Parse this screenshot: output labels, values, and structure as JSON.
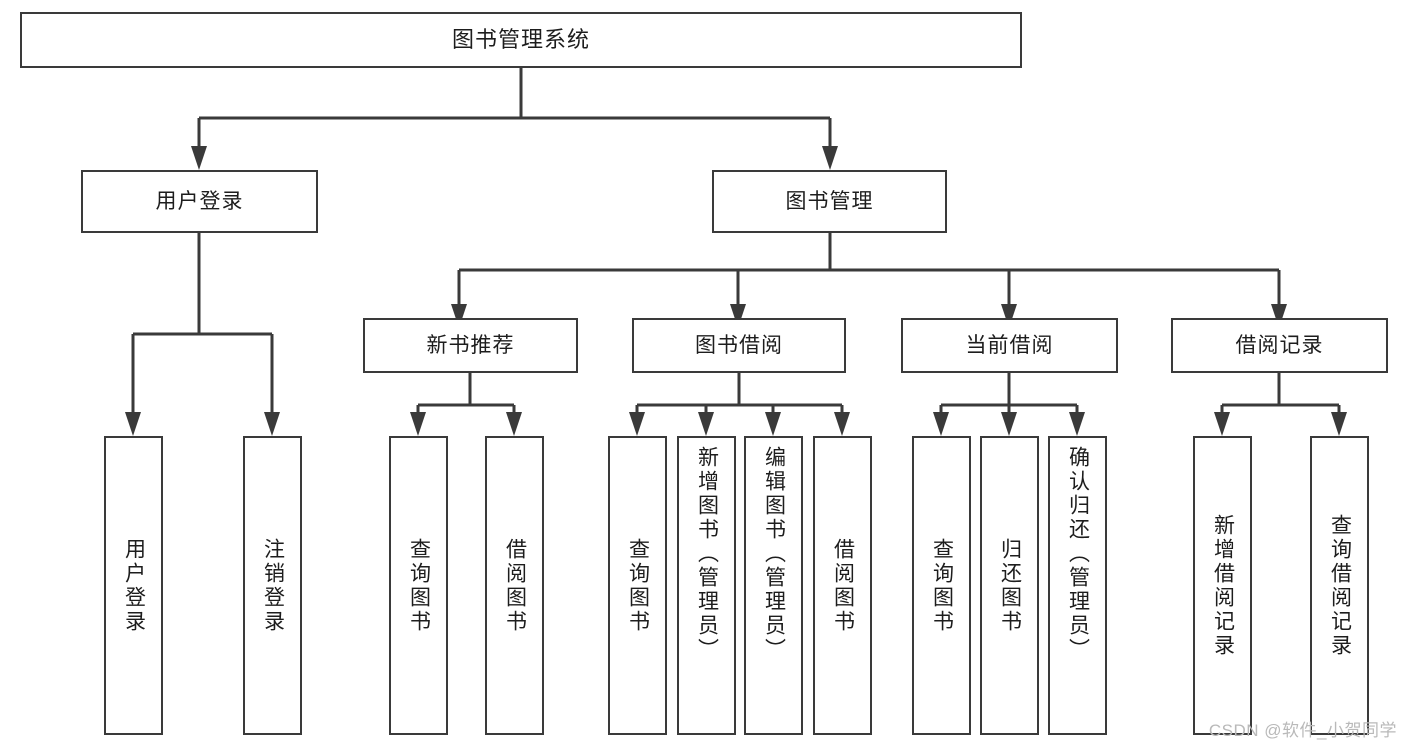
{
  "diagram": {
    "title": "图书管理系统",
    "watermark": "CSDN @软件_小贺同学",
    "colors": {
      "stroke": "#3a3a3a",
      "box_fill": "#ffffff",
      "text": "#1d1d1d",
      "watermark": "#b9b9b9",
      "background": "#ffffff"
    },
    "root": {
      "label": "图书管理系统"
    },
    "level2": [
      {
        "label": "用户登录"
      },
      {
        "label": "图书管理"
      }
    ],
    "level3": [
      {
        "label": "新书推荐"
      },
      {
        "label": "图书借阅"
      },
      {
        "label": "当前借阅"
      },
      {
        "label": "借阅记录"
      }
    ],
    "leaves": {
      "user_login": [
        {
          "label": "用户登录"
        },
        {
          "label": "注销登录"
        }
      ],
      "new_book": [
        {
          "label": "查询图书"
        },
        {
          "label": "借阅图书"
        }
      ],
      "book_borrow": [
        {
          "label": "查询图书"
        },
        {
          "label": "新增图书（管理员）"
        },
        {
          "label": "编辑图书（管理员）"
        },
        {
          "label": "借阅图书"
        }
      ],
      "current_borrow": [
        {
          "label": "查询图书"
        },
        {
          "label": "归还图书"
        },
        {
          "label": "确认归还（管理员）"
        }
      ],
      "borrow_record": [
        {
          "label": "新增借阅记录"
        },
        {
          "label": "查询借阅记录"
        }
      ]
    }
  }
}
